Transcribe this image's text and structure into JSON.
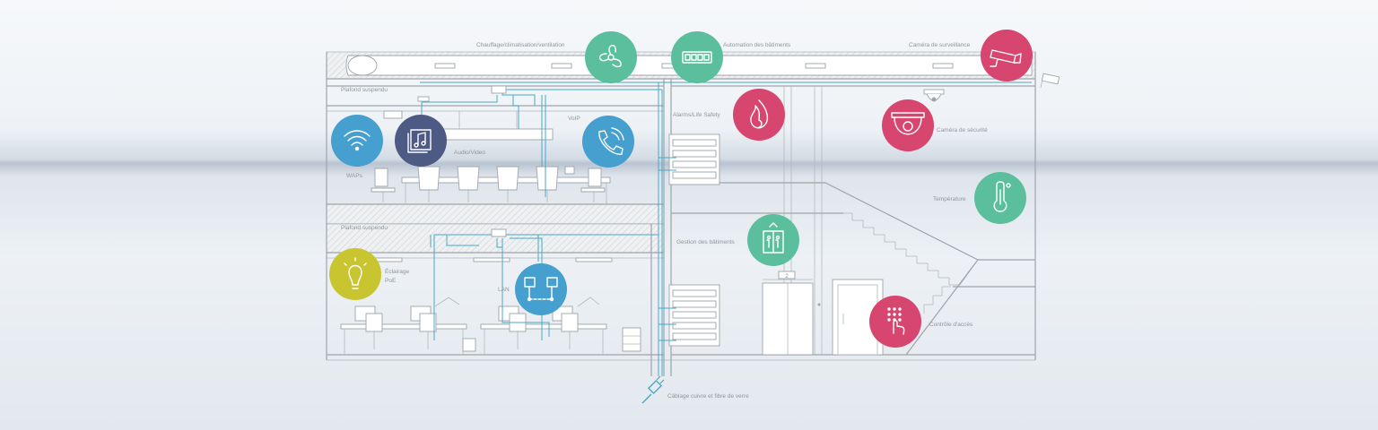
{
  "labels": {
    "hvac": "Chauffage/climatisation/ventilation",
    "building_automation": "Automation des bâtiments",
    "surveillance_camera": "Caméra de surveillance",
    "suspended_ceiling_top": "Plafond suspendu",
    "alarms": "Alarms/Life Safety",
    "voip": "VoIP",
    "audio_video": "Audio/Video",
    "waps": "WAPs",
    "security_camera": "Caméra de sécurité",
    "temperature": "Température",
    "suspended_ceiling_bottom": "Plafond suspendu",
    "building_management": "Gestion des bâtiments",
    "poe_lighting_line1": "Éclairage",
    "poe_lighting_line2": "PoE",
    "lan": "LAN",
    "access_control": "Contrôle d'accès",
    "cabling": "Câblage cuivre et fibre de verre",
    "elevator_floor": "2"
  },
  "colors": {
    "green": "#5bbf9e",
    "magenta": "#d6466f",
    "blue": "#459fcf",
    "navy": "#4c5a84",
    "olive": "#c9c530",
    "cable": "#48a9c5"
  },
  "icons": {
    "hvac": "fan-icon",
    "building_automation": "switch-panel-icon",
    "surveillance_camera": "cctv-camera-icon",
    "alarms": "flame-icon",
    "voip": "phone-icon",
    "audio_video": "music-note-icon",
    "waps": "wifi-icon",
    "security_camera": "dome-camera-icon",
    "temperature": "thermometer-icon",
    "building_management": "elevator-icon",
    "poe_lighting": "lightbulb-icon",
    "lan": "network-icon",
    "access_control": "keypad-icon",
    "cabling": "cable-plug-icon"
  }
}
